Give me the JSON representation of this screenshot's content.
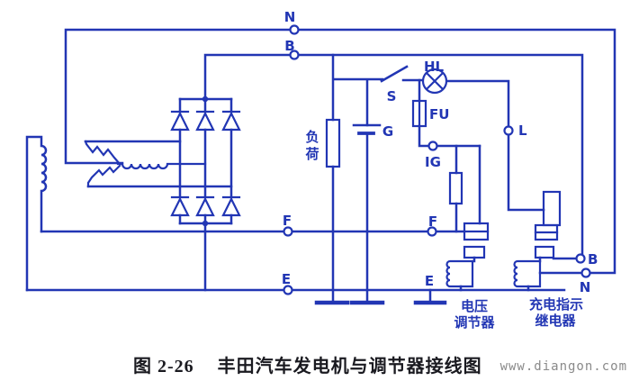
{
  "figure": {
    "caption": {
      "label": "图 2-26",
      "title": "丰田汽车发电机与调节器接线图"
    },
    "watermark": "www.diangon.com",
    "colors": {
      "wire": "#2236b4",
      "caption_text": "#1a1a20",
      "watermark_text": "#8a8a8a",
      "background": "#ffffff"
    },
    "labels": {
      "terminal_n_top": "N",
      "terminal_b_top": "B",
      "lamp": "HL",
      "switch": "S",
      "battery": "G",
      "fuse": "FU",
      "terminal_l": "L",
      "terminal_ig": "IG",
      "terminal_f_generator": "F",
      "terminal_f_regulator": "F",
      "terminal_e_generator": "E",
      "terminal_e_regulator": "E",
      "terminal_b_relay": "B",
      "terminal_n_relay": "N",
      "load_char_1": "负",
      "load_char_2": "荷",
      "regulator_name_line1": "电压",
      "regulator_name_line2": "调节器",
      "relay_name_line1": "充电指示",
      "relay_name_line2": "继电器"
    }
  }
}
